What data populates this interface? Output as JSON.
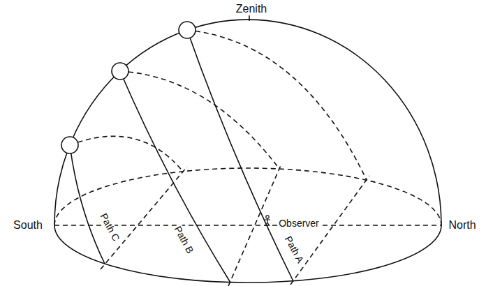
{
  "diagram": {
    "labels": [
      "Zenith",
      "South",
      "North",
      "Observer",
      "Path C",
      "Path B",
      "Path A"
    ]
  }
}
